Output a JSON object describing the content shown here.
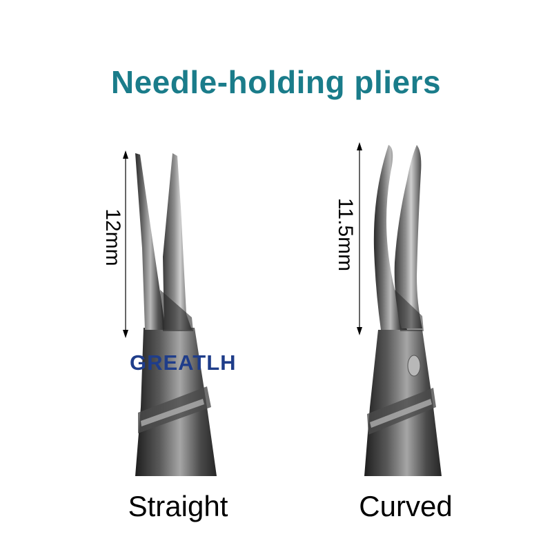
{
  "title": "Needle-holding pliers",
  "brand": "GREATLH",
  "straight": {
    "caption": "Straight",
    "dimension": "12mm"
  },
  "curved": {
    "caption": "Curved",
    "dimension": "11.5mm"
  },
  "colors": {
    "title": "#1a7c8a",
    "brand": "#1f3d8a",
    "metal_dark": "#3a3a3a",
    "metal_light": "#9a9a9a"
  }
}
